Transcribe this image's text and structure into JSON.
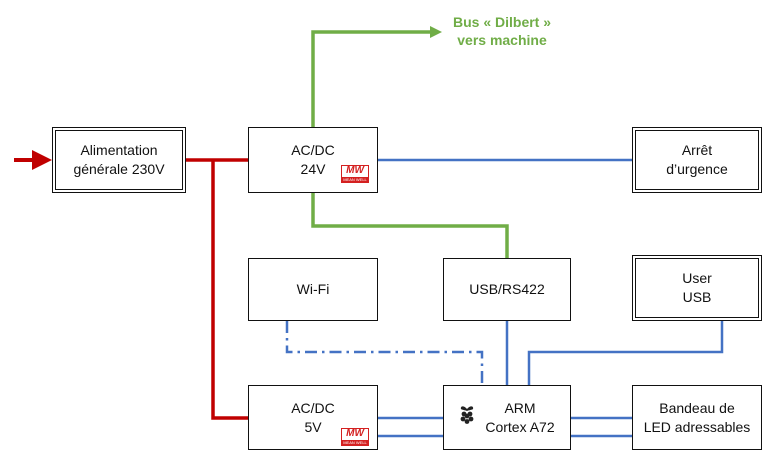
{
  "bus_label": {
    "line1": "Bus « Dilbert »",
    "line2": "vers machine"
  },
  "boxes": {
    "alimentation": {
      "line1": "Alimentation",
      "line2": "générale 230V"
    },
    "acdc_24v": {
      "line1": "AC/DC",
      "line2": "24V"
    },
    "arret": {
      "line1": "Arrêt",
      "line2": "d’urgence"
    },
    "wifi": {
      "line1": "Wi-Fi"
    },
    "usb_rs422": {
      "line1": "USB/RS422"
    },
    "user_usb": {
      "line1": "User",
      "line2": "USB"
    },
    "acdc_5v": {
      "line1": "AC/DC",
      "line2": "5V"
    },
    "arm": {
      "line1": "ARM",
      "line2": "Cortex A72"
    },
    "bandeau": {
      "line1": "Bandeau de",
      "line2": "LED adressables"
    }
  },
  "logos": {
    "meanwell": "MW",
    "meanwell_sub": "MEAN WELL",
    "raspberry": "raspberry-pi-icon"
  },
  "colors": {
    "power_red": "#c00000",
    "bus_green": "#70ad47",
    "signal_blue": "#4472c4",
    "outline": "#111111"
  }
}
